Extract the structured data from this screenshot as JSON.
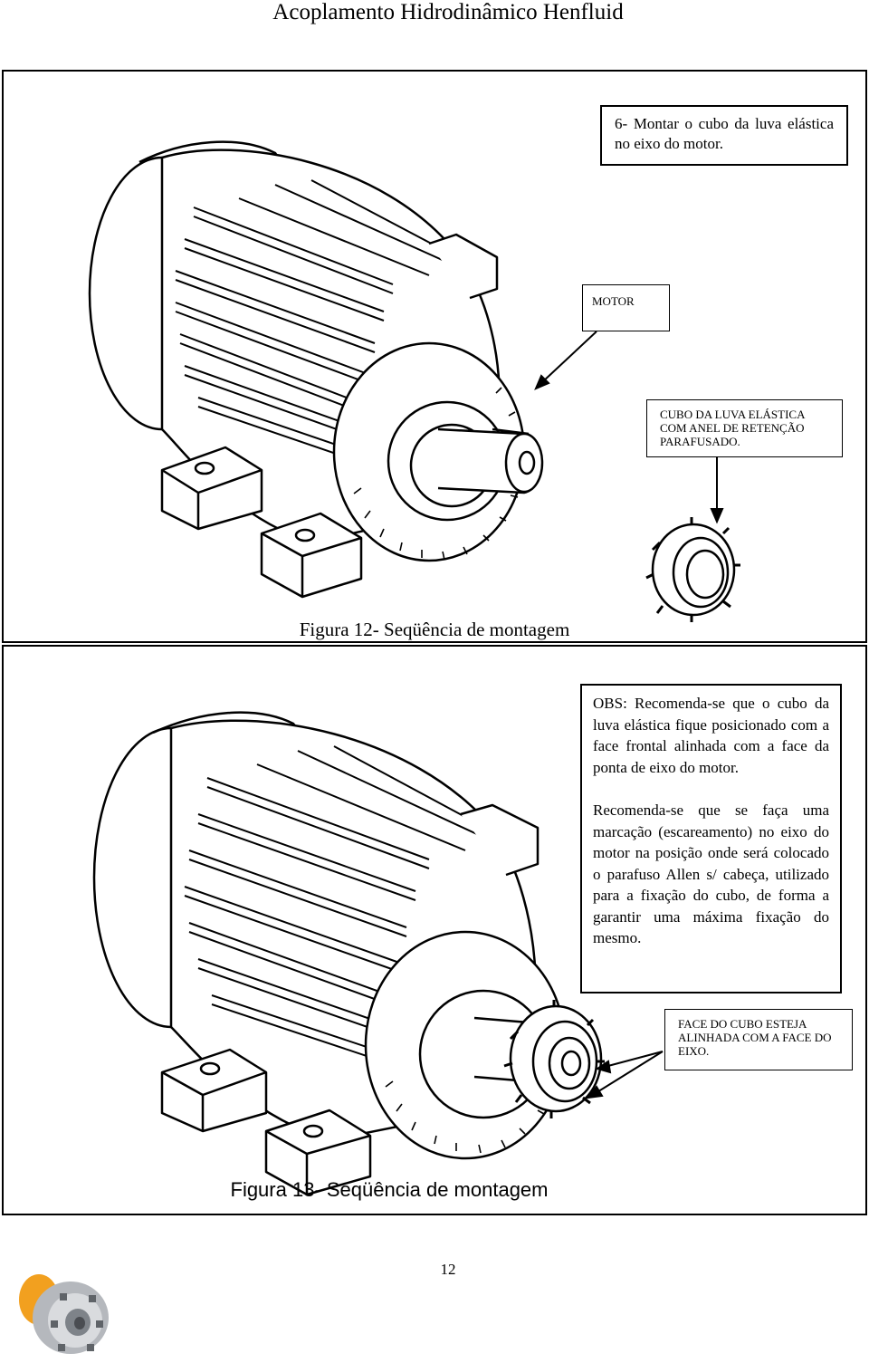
{
  "header": {
    "title": "Acoplamento Hidrodinâmico Henfluid"
  },
  "figure12": {
    "step_note": "6- Montar o cubo da luva elástica no eixo do motor.",
    "label_motor": "MOTOR",
    "label_hub": "CUBO DA LUVA ELÁSTICA COM ANEL DE RETENÇÃO PARAFUSADO.",
    "caption": "Figura 12- Seqüência de montagem"
  },
  "figure13": {
    "obs_note": "OBS: Recomenda-se que o cubo da luva elástica fique posicionado com a face frontal alinhada com a face da ponta de eixo do motor.",
    "rec_note": "Recomenda-se que se faça uma marcação (escareamento) no eixo do motor na posição onde será colocado o parafuso Allen s/ cabeça, utilizado para a fixação do cubo, de forma a garantir uma máxima fixação do mesmo.",
    "label_face": "FACE DO CUBO ESTEJA ALINHADA COM A FACE DO EIXO.",
    "caption": "Figura 13- Seqüência de montagem"
  },
  "footer": {
    "page_number": "12",
    "logo_icon": "coupling-logo-icon"
  }
}
